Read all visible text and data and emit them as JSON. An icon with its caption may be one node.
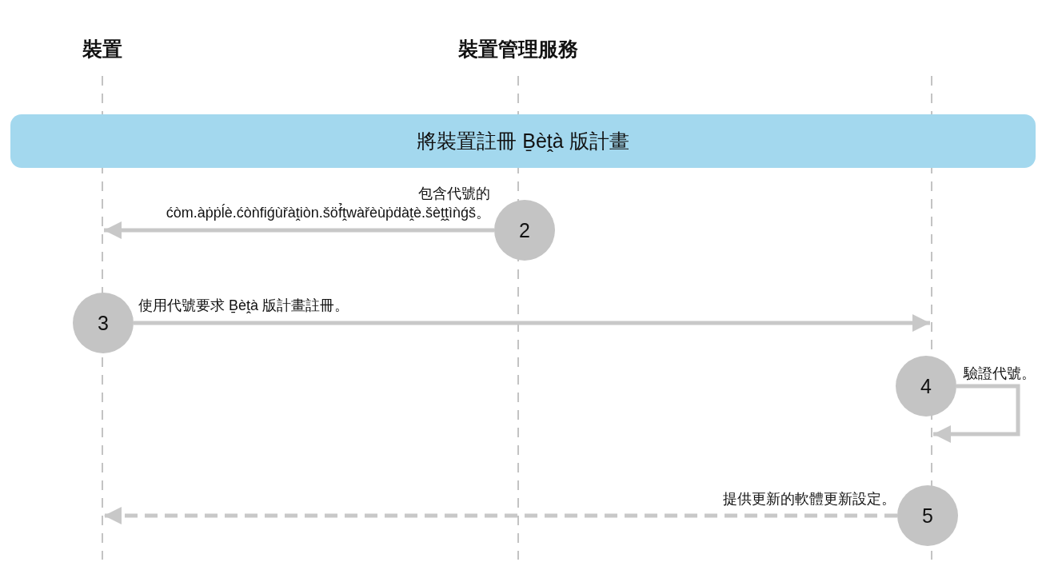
{
  "diagram": {
    "nodes": [
      {
        "text": [],
        "shape": "line",
        "beside": [
          "裝置"
        ]
      },
      {
        "text": [],
        "shape": "line",
        "beside": [
          "裝置管理服務"
        ]
      },
      {
        "text": [],
        "shape": "line"
      },
      {
        "text": [
          "將裝置註冊 Ḇèṱà 版計畫"
        ]
      },
      {
        "text": [
          "2"
        ]
      },
      {
        "text": [
          "3"
        ]
      },
      {
        "text": [
          "4"
        ]
      },
      {
        "text": [
          "5"
        ]
      }
    ],
    "edges": [
      {
        "from": 4,
        "to": 0,
        "arrow": "to",
        "label": "包含代號的ćòm.àṗṗĺè.ćòǹfiǵùřàṱiòn.šöf̉ṱwàřèùṗḋàṱè.šèṱṱìǹǵš。"
      },
      {
        "from": 5,
        "to": 2,
        "arrow": "to",
        "label": "使用代號要求 Ḇèṱà 版計畫註冊。"
      },
      {
        "from": 6,
        "to": 2,
        "arrow": "to",
        "label": "驗證代號。"
      },
      {
        "from": 7,
        "to": 0,
        "arrow": "to",
        "label": "提供更新的軟體更新設定。",
        "style": "dashed"
      }
    ]
  }
}
